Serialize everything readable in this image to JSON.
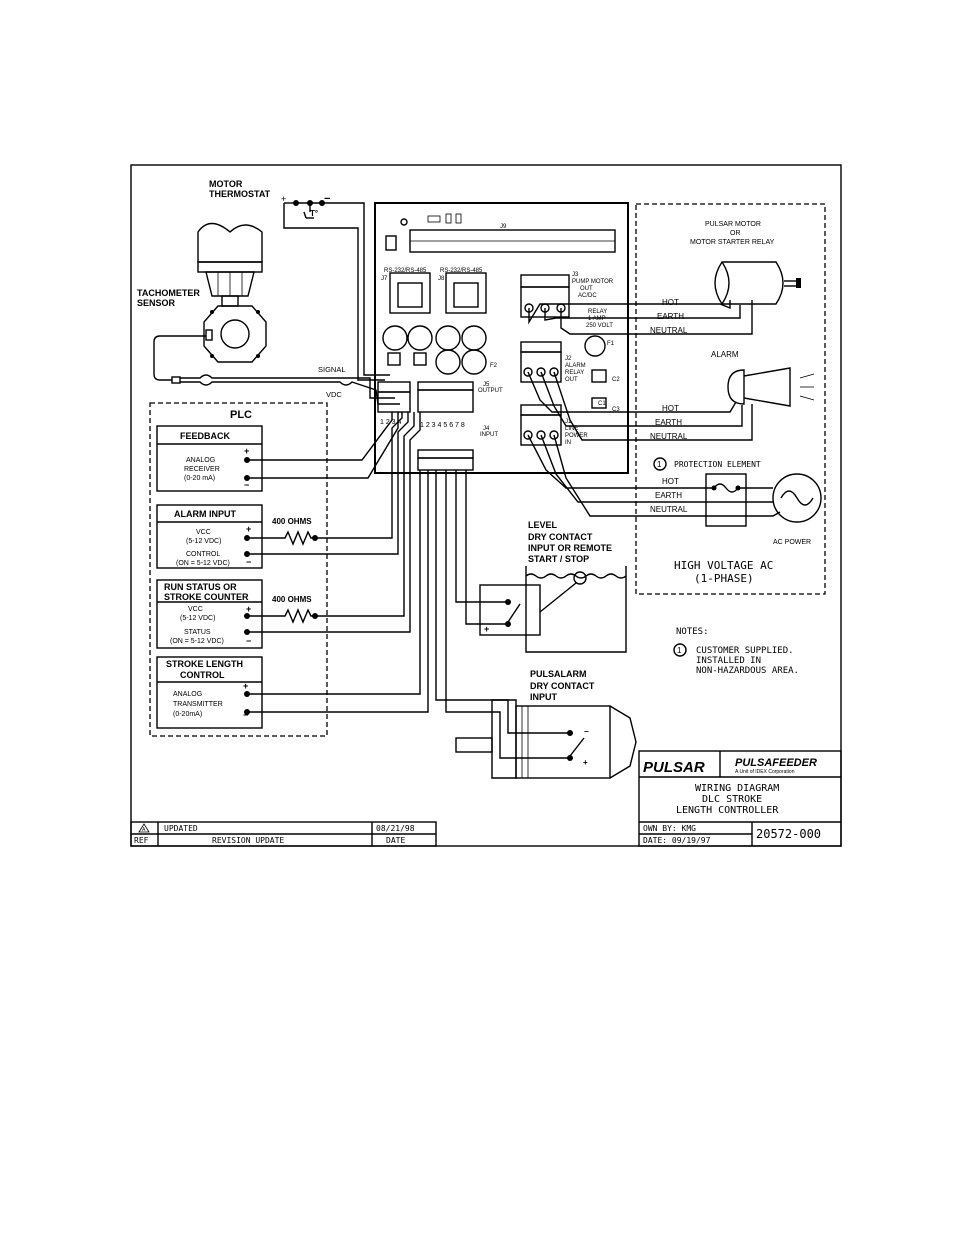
{
  "motor": {
    "thermostat_1": "MOTOR",
    "thermostat_2": "THERMOSTAT",
    "plus": "+",
    "minus": "−",
    "temp": "T°"
  },
  "tach": {
    "line1": "TACHOMETER",
    "line2": "SENSOR",
    "signal": "SIGNAL",
    "vdc": "VDC"
  },
  "board": {
    "j9": "J9",
    "j7": "J7",
    "j8": "J8",
    "rs1": "RS-232/RS-485",
    "rs2": "RS-232/RS-485",
    "pump_motor": [
      "J3",
      "PUMP MOTOR",
      "OUT",
      "AC/DC"
    ],
    "relay_note": [
      "RELAY",
      "1 AMP",
      "250 VOLT"
    ],
    "f1": "F1",
    "f2": "F2",
    "j2_alarm": [
      "J2",
      "ALARM",
      "RELAY",
      "OUT"
    ],
    "c1": "C1",
    "c2": "C2",
    "c3": "C3",
    "j1_line": [
      "J1",
      "LINE",
      "POWER",
      "IN"
    ],
    "term_nums_a": "1 2 3 4",
    "term_nums_b": "1 2 3 4 5 6 7 8",
    "j5_label": [
      "J5",
      "OUTPUT"
    ],
    "j4_label": [
      "J4",
      "INPUT"
    ]
  },
  "plc": {
    "title": "PLC",
    "feedback": {
      "title": "FEEDBACK",
      "l1": "ANALOG",
      "l2": "RECEIVER",
      "l3": "(0-20 mA)"
    },
    "alarm_input": {
      "title": "ALARM INPUT",
      "l1": "VCC",
      "l2": "(5-12 VDC)",
      "l3": "CONTROL",
      "l4": "(ON = 5-12 VDC)"
    },
    "run_status": {
      "title1": "RUN STATUS OR",
      "title2": "STROKE COUNTER",
      "l1": "VCC",
      "l2": "(5-12 VDC)",
      "l3": "STATUS",
      "l4": "(ON = 5-12 VDC)"
    },
    "stroke_length": {
      "title1": "STROKE LENGTH",
      "title2": "CONTROL",
      "l1": "ANALOG",
      "l2": "TRANSMITTER",
      "l3": "(0-20mA)"
    },
    "ohms1": "400 OHMS",
    "ohms2": "400 OHMS"
  },
  "right": {
    "pulsar_motor": [
      "PULSAR MOTOR",
      "OR",
      "MOTOR STARTER RELAY"
    ],
    "hot": "HOT",
    "earth": "EARTH",
    "neutral": "NEUTRAL",
    "alarm": "ALARM",
    "protection": "PROTECTION ELEMENT",
    "ac_power": "AC POWER",
    "hv1": "HIGH VOLTAGE AC",
    "hv2": "(1-PHASE)",
    "circle_num": "1"
  },
  "level": {
    "l1": "LEVEL",
    "l2": "DRY CONTACT",
    "l3": "INPUT OR REMOTE",
    "l4": "START / STOP"
  },
  "pulsalarm": {
    "l1": "PULSALARM",
    "l2": "DRY CONTACT",
    "l3": "INPUT"
  },
  "notes": {
    "title": "NOTES:",
    "num": "1",
    "l1": "CUSTOMER SUPPLIED.",
    "l2": "INSTALLED IN",
    "l3": "NON-HAZARDOUS AREA."
  },
  "title_block": {
    "logo1": "PULSAR",
    "logo2": "PULSAFEEDER",
    "logo_sub": "A Unit of IDEX Corporation",
    "t1": "WIRING DIAGRAM",
    "t2": "DLC STROKE",
    "t3": "LENGTH CONTROLLER",
    "own": "OWN BY: KMG",
    "date": "DATE: 09/19/97",
    "dwg": "20572-000"
  },
  "revision": {
    "rev_mark": "A",
    "rev_desc": "UPDATED",
    "rev_date": "08/21/98",
    "h_ref": "REF",
    "h_desc": "REVISION UPDATE",
    "h_date": "DATE"
  }
}
